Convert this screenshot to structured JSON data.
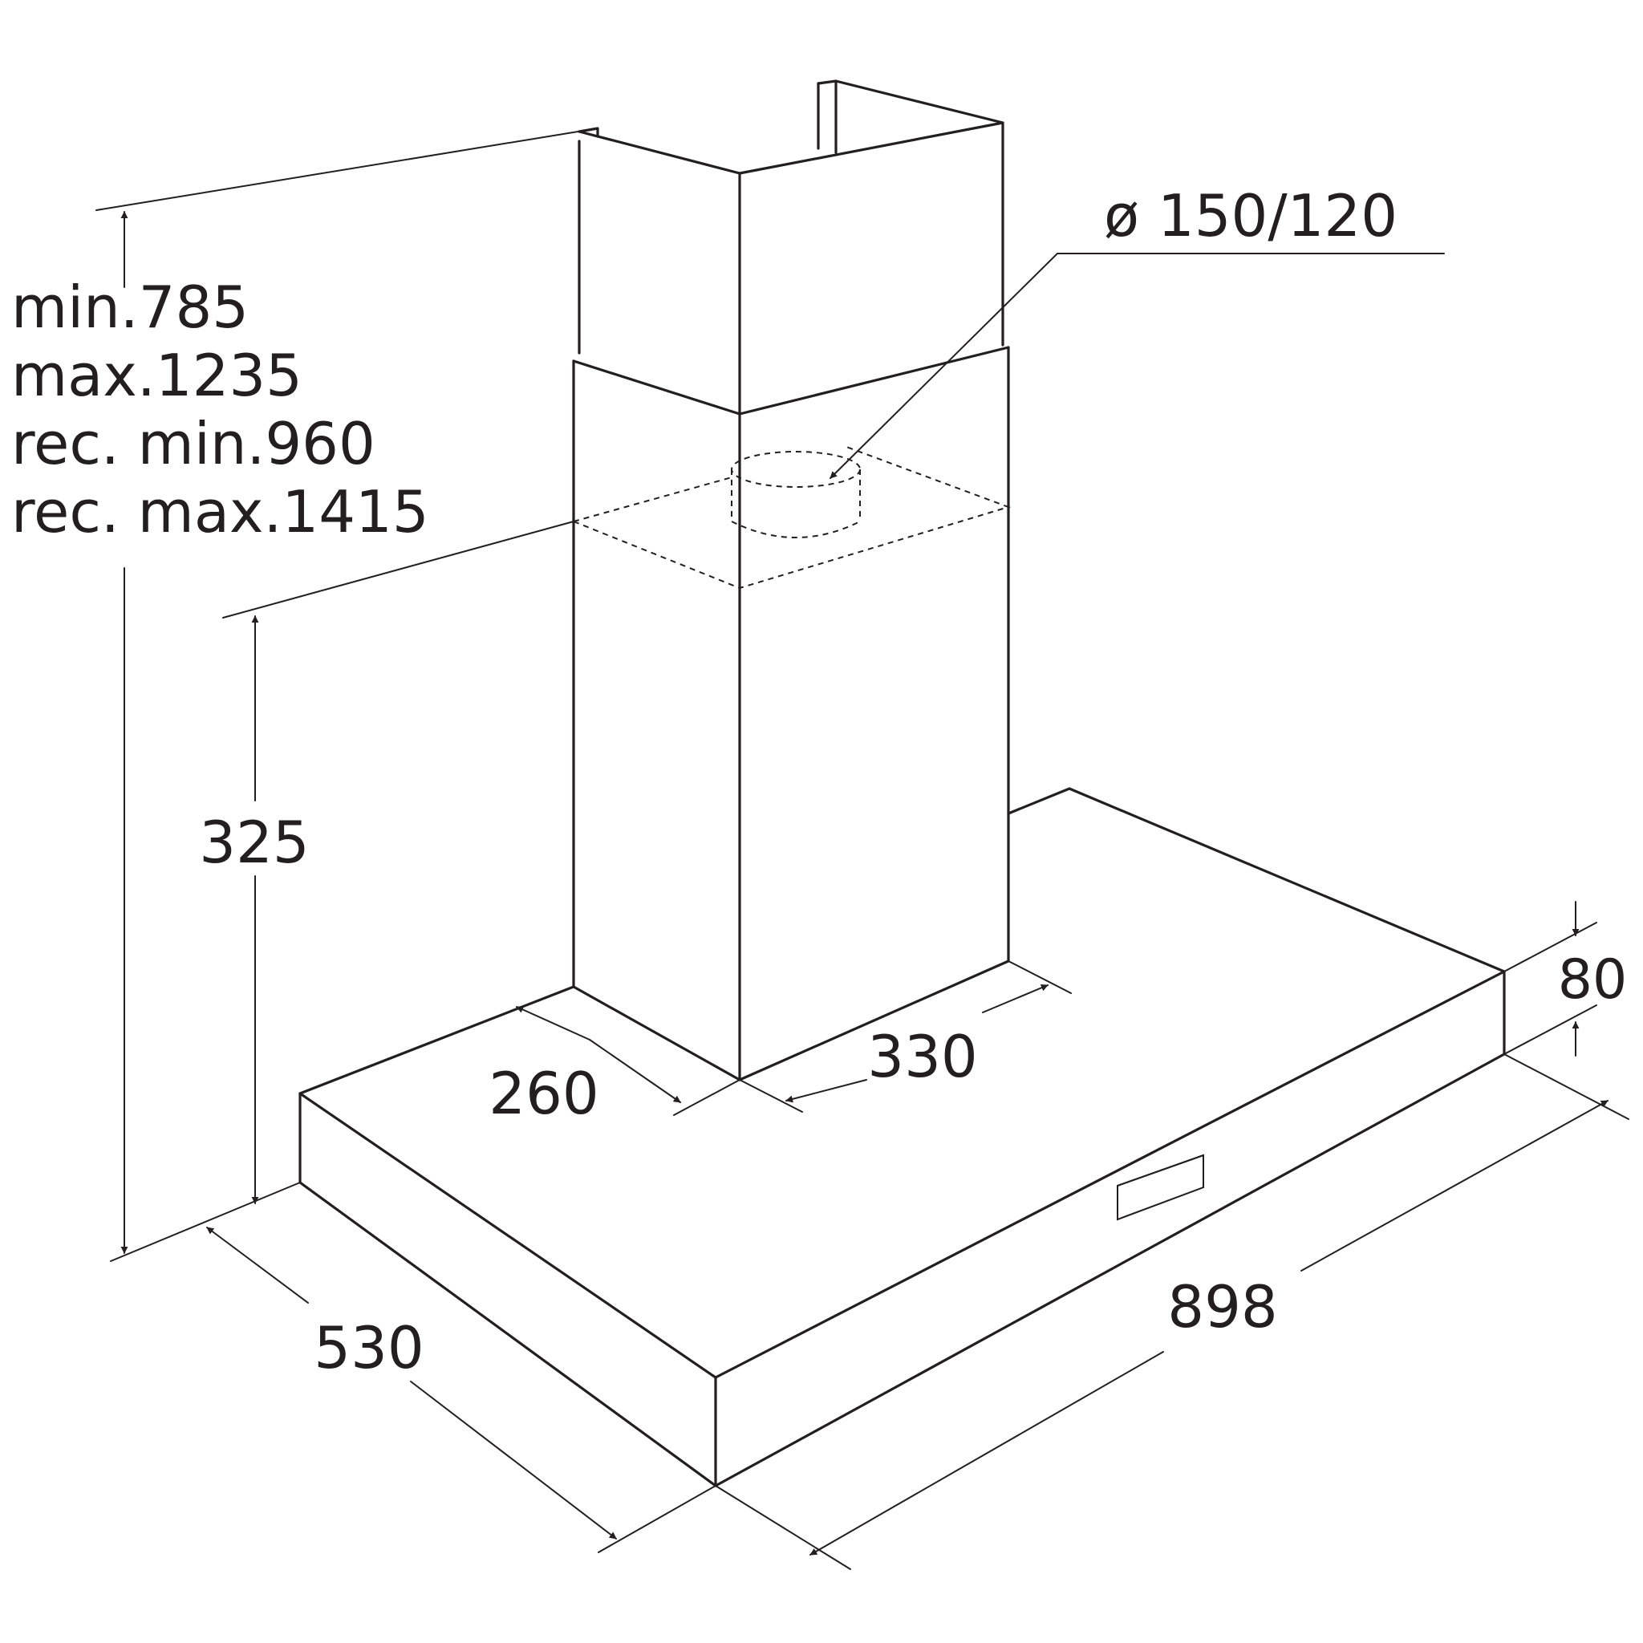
{
  "labels": {
    "height_range": {
      "min": "min.785",
      "max": "max.1235",
      "rec_min": "rec. min.960",
      "rec_max": "rec. max.1415"
    },
    "chimney_height": "325",
    "outlet_diameter": "ø 150/120",
    "chimney_depth": "260",
    "chimney_width": "330",
    "hood_depth": "530",
    "hood_width": "898",
    "hood_thickness": "80"
  }
}
